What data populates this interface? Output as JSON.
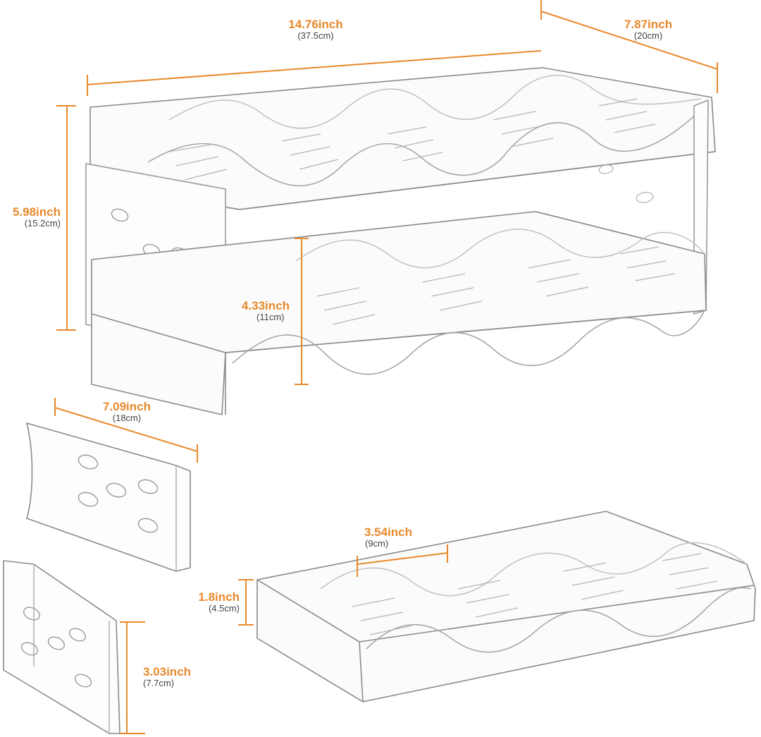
{
  "colors": {
    "accent": "#e8892b",
    "label": "#e8892b",
    "sub_label": "#444444",
    "outline": "#8a8a8a",
    "outline_light": "#c4c4c4"
  },
  "dimensions": {
    "overall_length": {
      "inch": "14.76inch",
      "cm": "(37.5cm)"
    },
    "overall_depth": {
      "inch": "7.87inch",
      "cm": "(20cm)"
    },
    "overall_height": {
      "inch": "5.98inch",
      "cm": "(15.2cm)"
    },
    "tier_gap": {
      "inch": "4.33inch",
      "cm": "(11cm)"
    },
    "side_panel_length": {
      "inch": "7.09inch",
      "cm": "(18cm)"
    },
    "side_panel_height": {
      "inch": "3.03inch",
      "cm": "(7.7cm)"
    },
    "slot_width": {
      "inch": "3.54inch",
      "cm": "(9cm)"
    },
    "tray_height": {
      "inch": "1.8inch",
      "cm": "(4.5cm)"
    }
  }
}
